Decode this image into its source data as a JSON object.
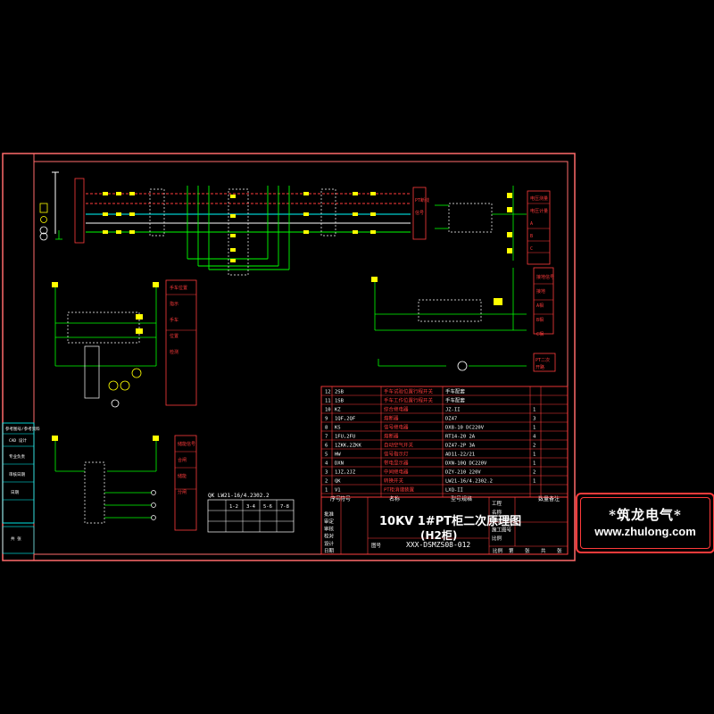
{
  "drawing": {
    "title": "10KV 1#PT柜二次原理图",
    "subtitle": "(H2柜)",
    "number": "XXX-DSMZS08-012"
  },
  "logo": {
    "name": "*筑龙电气*",
    "url": "www.zhulong.com"
  },
  "switch_table": {
    "title": "QK LW21-16/4.2302.2",
    "headers": [
      "1-2",
      "3-4",
      "5-6",
      "7-8"
    ]
  },
  "bom_rows": [
    {
      "no": "12",
      "code": "2SB",
      "name": "手车试验位置行程开关",
      "spec": "手车配套"
    },
    {
      "no": "11",
      "code": "1SB",
      "name": "手车工作位置行程开关",
      "spec": "手车配套"
    },
    {
      "no": "10",
      "code": "KZ",
      "name": "综合继电器",
      "spec": "JZ-II",
      "qty": "1"
    },
    {
      "no": "9",
      "code": "1QF,2QF",
      "name": "熔断器",
      "spec": "DZ47",
      "qty": "3"
    },
    {
      "no": "8",
      "code": "KS",
      "name": "信号继电器",
      "spec": "DX8-10 DC220V",
      "qty": "1"
    },
    {
      "no": "7",
      "code": "1FU,2FU",
      "name": "熔断器",
      "spec": "RT14-20 2A",
      "qty": "4"
    },
    {
      "no": "6",
      "code": "1ZKK,2ZKK",
      "name": "自动空气开关",
      "spec": "DZ47-2P 3A",
      "qty": "2"
    },
    {
      "no": "5",
      "code": "HW",
      "name": "信号指示灯",
      "spec": "AD11-22/21",
      "qty": "1"
    },
    {
      "no": "4",
      "code": "DXN",
      "name": "带电显示器",
      "spec": "DXN-10Q DC220V",
      "qty": "1"
    },
    {
      "no": "3",
      "code": "1JZ,2JZ",
      "name": "中间继电器",
      "spec": "DZY-210 220V",
      "qty": "2"
    },
    {
      "no": "2",
      "code": "QK",
      "name": "转换开关",
      "spec": "LW21-16/4.2302.2",
      "qty": "1"
    },
    {
      "no": "1",
      "code": "V1",
      "name": "PT柜消谐装置",
      "spec": "LXQ-II"
    }
  ],
  "bom_header": {
    "no": "序号",
    "code": "符号",
    "name": "名称",
    "spec": "型号规格",
    "qty": "数量",
    "note": "备注"
  },
  "left_sidebar": [
    "参考图号/参考资料",
    "CAD 设计",
    "专业负责",
    "审核日期",
    "日期",
    "共 张"
  ],
  "title_block_left": [
    "批准",
    "审定",
    "审核",
    "校对",
    "设计",
    "日期"
  ],
  "title_block_right": [
    "工程",
    "名称",
    "子项名称",
    "施工图号",
    "比例"
  ],
  "title_block_bottom": [
    "比例",
    "第",
    "张",
    "共",
    "张"
  ],
  "right_side_labels": {
    "upper": [
      "电压测量",
      "电压计量",
      "A",
      "B",
      "C"
    ],
    "middle": [
      "接地信号",
      "接地",
      "A相",
      "B相",
      "C相"
    ],
    "box1": [
      "PT断线",
      "信号"
    ],
    "box2": [
      "PT二次",
      "开路"
    ]
  },
  "left_side_labels": {
    "mid": [
      "手车位置",
      "指示",
      "手车",
      "位置",
      "检测"
    ],
    "low": [
      "储能信号",
      "合闸",
      "储能",
      "分闸"
    ]
  },
  "colors": {
    "frame": "#ff6b6b",
    "wire_green": "#00ff00",
    "wire_cyan": "#00ffff",
    "component_white": "#ffffff",
    "component_red": "#ff3b3b",
    "label_yellow": "#ffff00",
    "magenta": "#ff00ff"
  }
}
